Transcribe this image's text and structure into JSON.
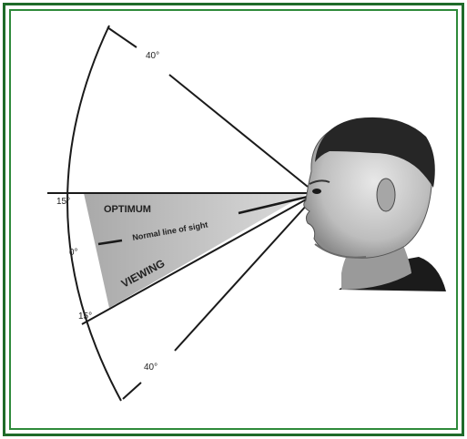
{
  "diagram": {
    "labels": {
      "angle_top_40": "40°",
      "angle_top_15": "15°",
      "angle_zero": "0°",
      "angle_bottom_15": "15°",
      "angle_bottom_40": "40°",
      "optimum": "OPTIMUM",
      "normal_line": "Normal line of sight",
      "viewing": "VIEWING"
    },
    "colors": {
      "frame": "#1f6b2a",
      "frame_inner": "#2e8a3a",
      "optimum_zone": "#b8b8b8",
      "lines": "#1a1a1a"
    },
    "icons": {
      "viewer": "person-head-profile-icon"
    }
  }
}
